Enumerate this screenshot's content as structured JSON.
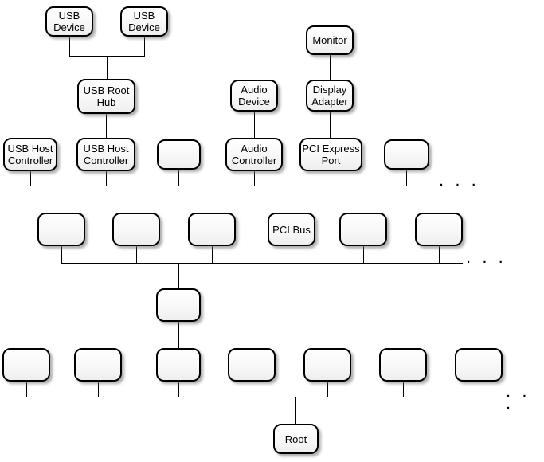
{
  "diagram": {
    "ellipsis": ". . .",
    "nodes": {
      "usb_device_1": "USB\nDevice",
      "usb_device_2": "USB\nDevice",
      "monitor": "Monitor",
      "usb_root_hub": "USB Root\nHub",
      "audio_device": "Audio\nDevice",
      "display_adapter": "Display\nAdapter",
      "usb_host_controller_1": "USB Host\nController",
      "usb_host_controller_2": "USB Host\nController",
      "audio_controller": "Audio\nController",
      "pci_express_port": "PCI Express\nPort",
      "pci_bus": "PCI Bus",
      "root": "Root",
      "blank": ""
    },
    "edges": [
      [
        "usb_root_hub",
        "usb_device_1"
      ],
      [
        "usb_root_hub",
        "usb_device_2"
      ],
      [
        "usb_host_controller_2",
        "usb_root_hub"
      ],
      [
        "audio_controller",
        "audio_device"
      ],
      [
        "display_adapter",
        "monitor"
      ],
      [
        "pci_express_port",
        "display_adapter"
      ],
      [
        "pci_bus",
        "usb_host_controller_1"
      ],
      [
        "pci_bus",
        "usb_host_controller_2"
      ],
      [
        "pci_bus",
        "blank_a"
      ],
      [
        "pci_bus",
        "audio_controller"
      ],
      [
        "pci_bus",
        "pci_express_port"
      ],
      [
        "pci_bus",
        "blank_b"
      ],
      [
        "blank_h",
        "blank_c"
      ],
      [
        "blank_h",
        "blank_d"
      ],
      [
        "blank_h",
        "blank_e"
      ],
      [
        "blank_h",
        "pci_bus"
      ],
      [
        "blank_h",
        "blank_f"
      ],
      [
        "blank_h",
        "blank_g"
      ],
      [
        "blank_k",
        "blank_h"
      ],
      [
        "root",
        "blank_i"
      ],
      [
        "root",
        "blank_j"
      ],
      [
        "root",
        "blank_k"
      ],
      [
        "root",
        "blank_l"
      ],
      [
        "root",
        "blank_m"
      ],
      [
        "root",
        "blank_n"
      ],
      [
        "root",
        "blank_o"
      ]
    ]
  }
}
